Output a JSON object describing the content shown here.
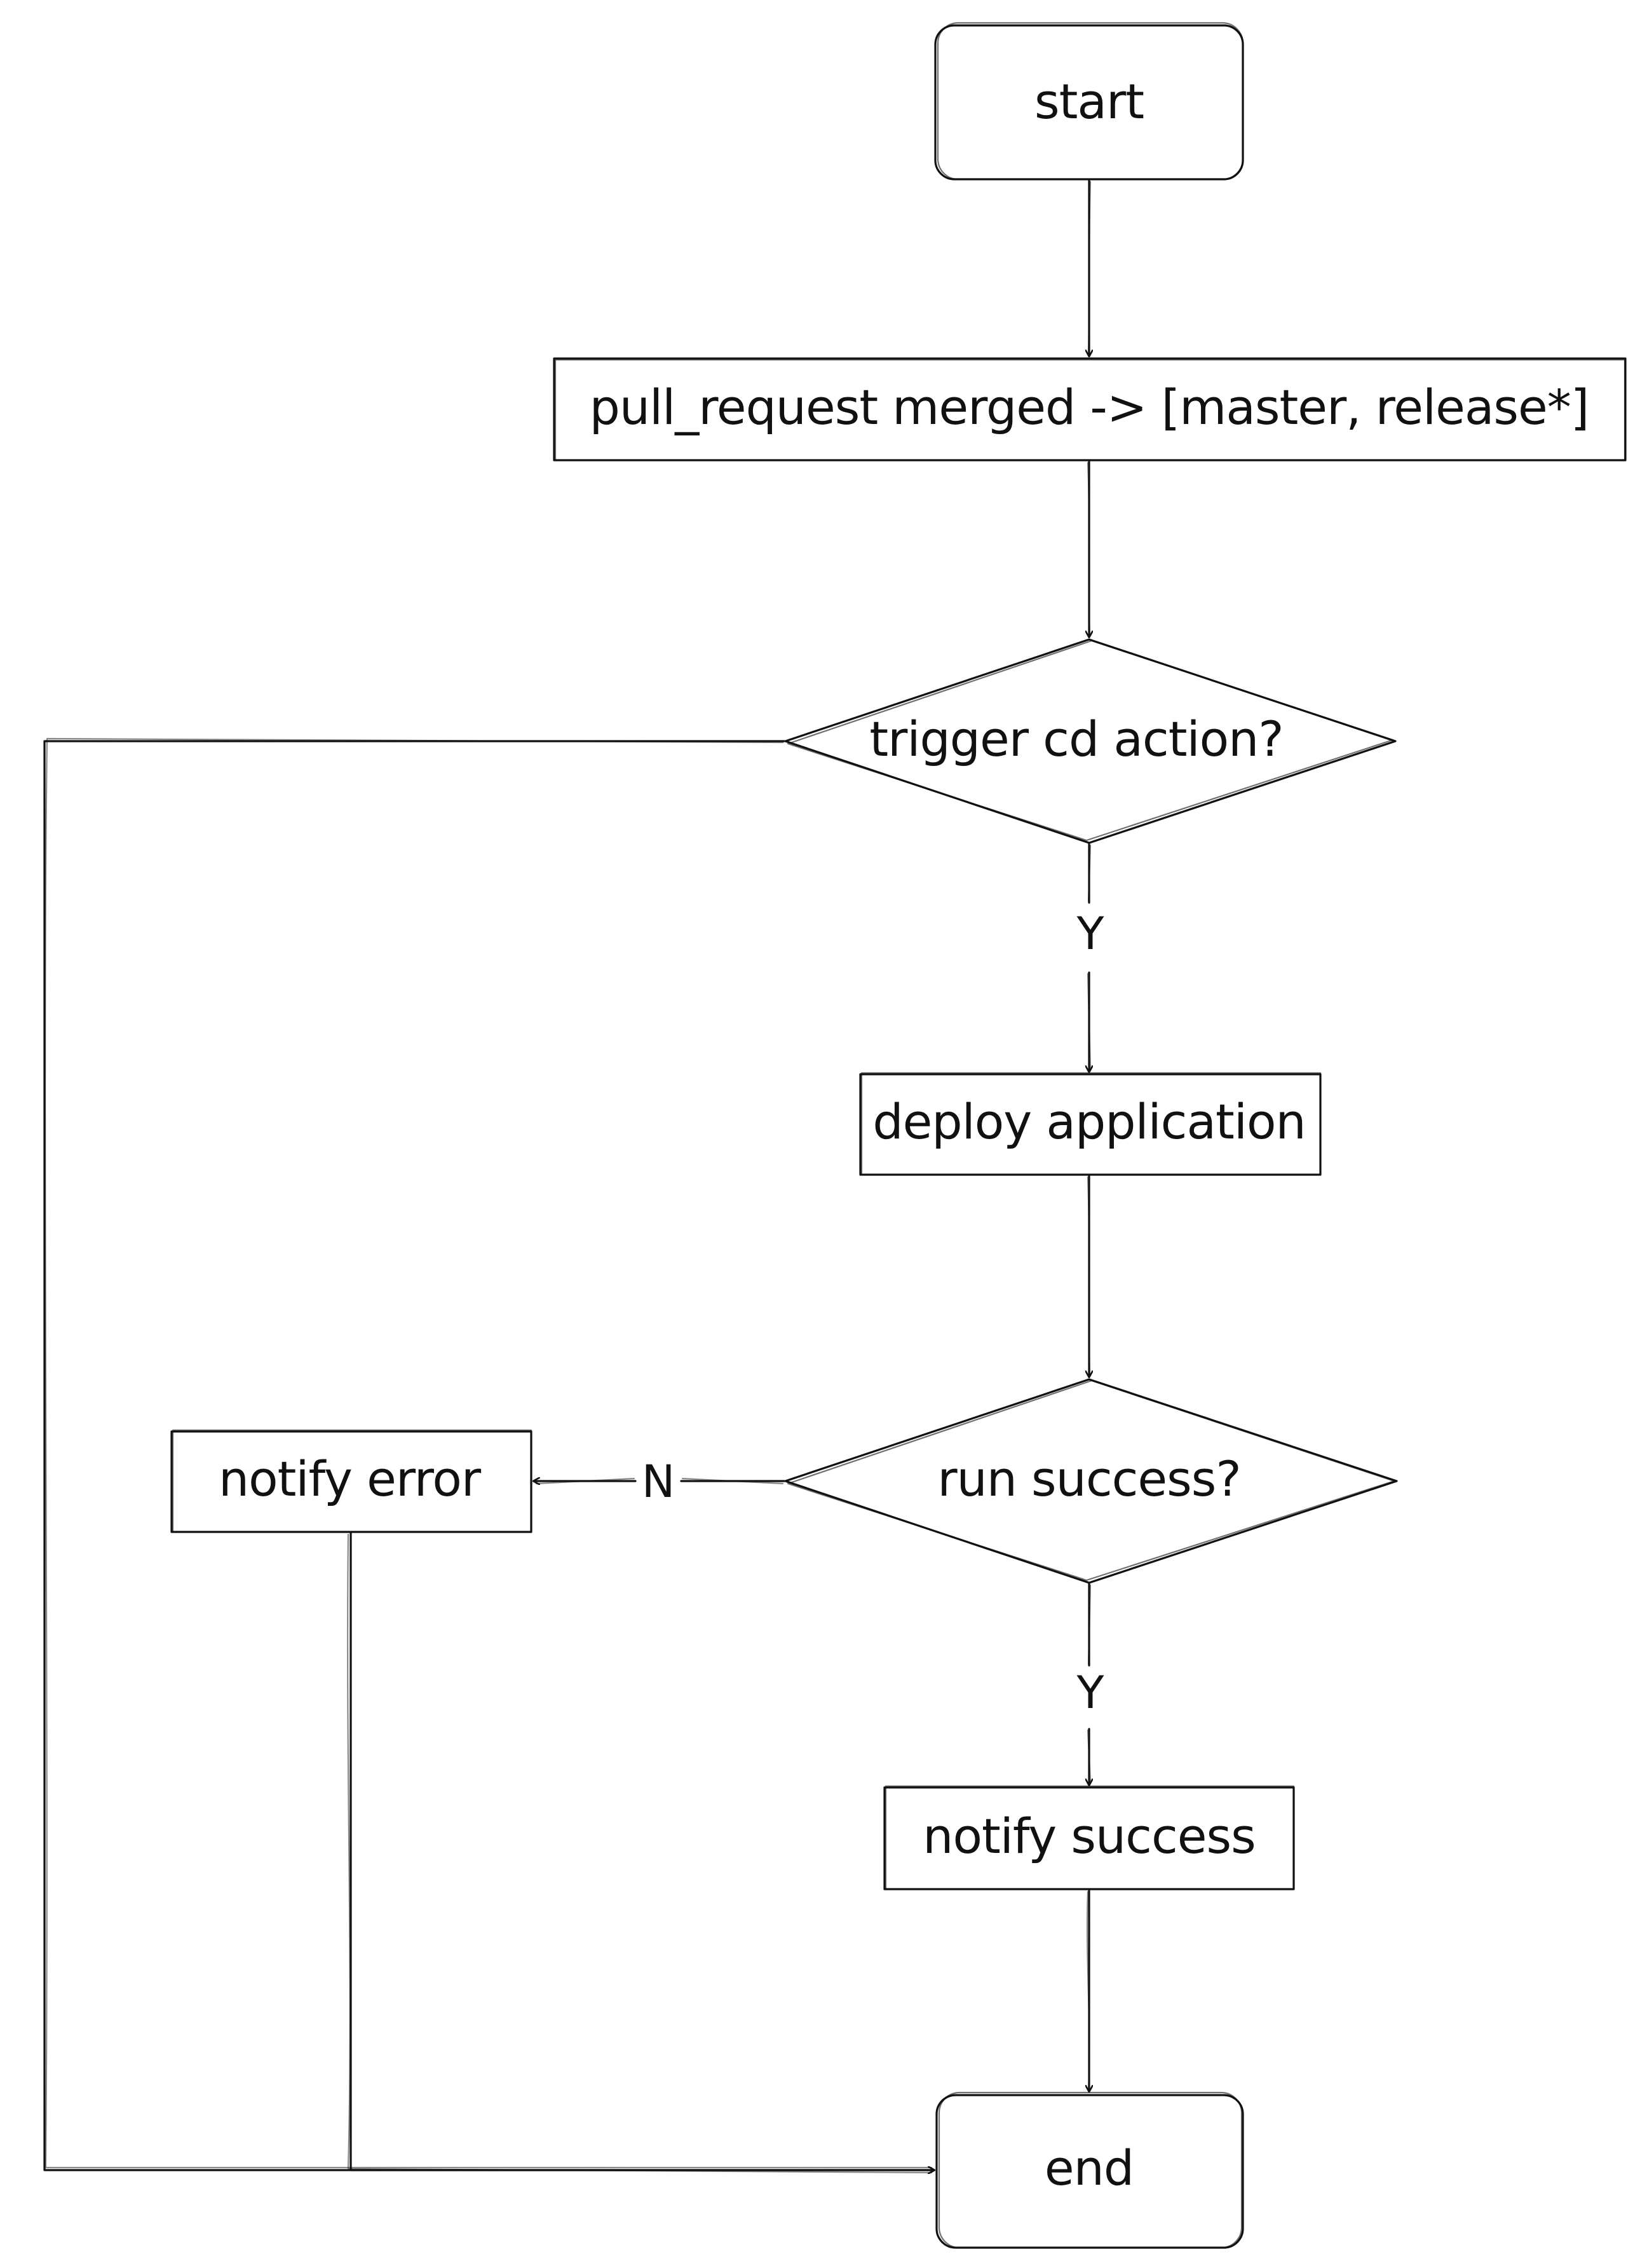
{
  "diagram": {
    "nodes": {
      "start": "start",
      "pull_request": "pull_request merged -> [master, release*]",
      "trigger_cd": "trigger cd action?",
      "deploy": "deploy application",
      "run_success": "run success?",
      "notify_error": "notify error",
      "notify_success": "notify success",
      "end": "end"
    },
    "edge_labels": {
      "trigger_yes": "Y",
      "run_no": "N",
      "run_yes": "Y"
    }
  }
}
